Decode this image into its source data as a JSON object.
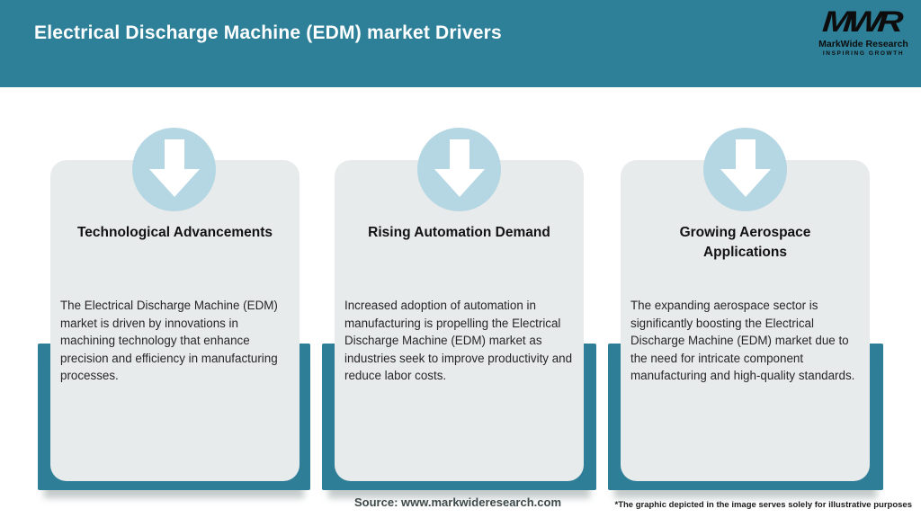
{
  "header": {
    "title": "Electrical Discharge Machine (EDM) market Drivers"
  },
  "logo": {
    "mark": "MWR",
    "name": "MarkWide Research",
    "tagline": "INSPIRING GROWTH"
  },
  "cards": [
    {
      "icon": "down-arrow-icon",
      "title": "Technological Advancements",
      "body": "The Electrical Discharge Machine (EDM) market is driven by innovations in machining technology that enhance precision and efficiency in manufacturing processes."
    },
    {
      "icon": "down-arrow-icon",
      "title": "Rising Automation Demand",
      "body": "Increased adoption of automation in manufacturing is propelling the Electrical Discharge Machine (EDM) market as industries seek to improve productivity and reduce labor costs."
    },
    {
      "icon": "down-arrow-icon",
      "title": "Growing Aerospace Applications",
      "body": "The expanding aerospace sector is significantly boosting the Electrical Discharge Machine (EDM) market due to the need for intricate component manufacturing and high-quality standards."
    }
  ],
  "footer": {
    "source": "Source: www.markwideresearch.com",
    "disclaimer": "*The graphic depicted in the image serves solely for illustrative purposes"
  },
  "colors": {
    "header_teal": "#2e8099",
    "band_teal": "#2f7e98",
    "card_bg": "#e8ebec",
    "circle_blue": "#b5d7e3",
    "title_text": "#ffffff",
    "logo_text": "#0d0d0d"
  }
}
